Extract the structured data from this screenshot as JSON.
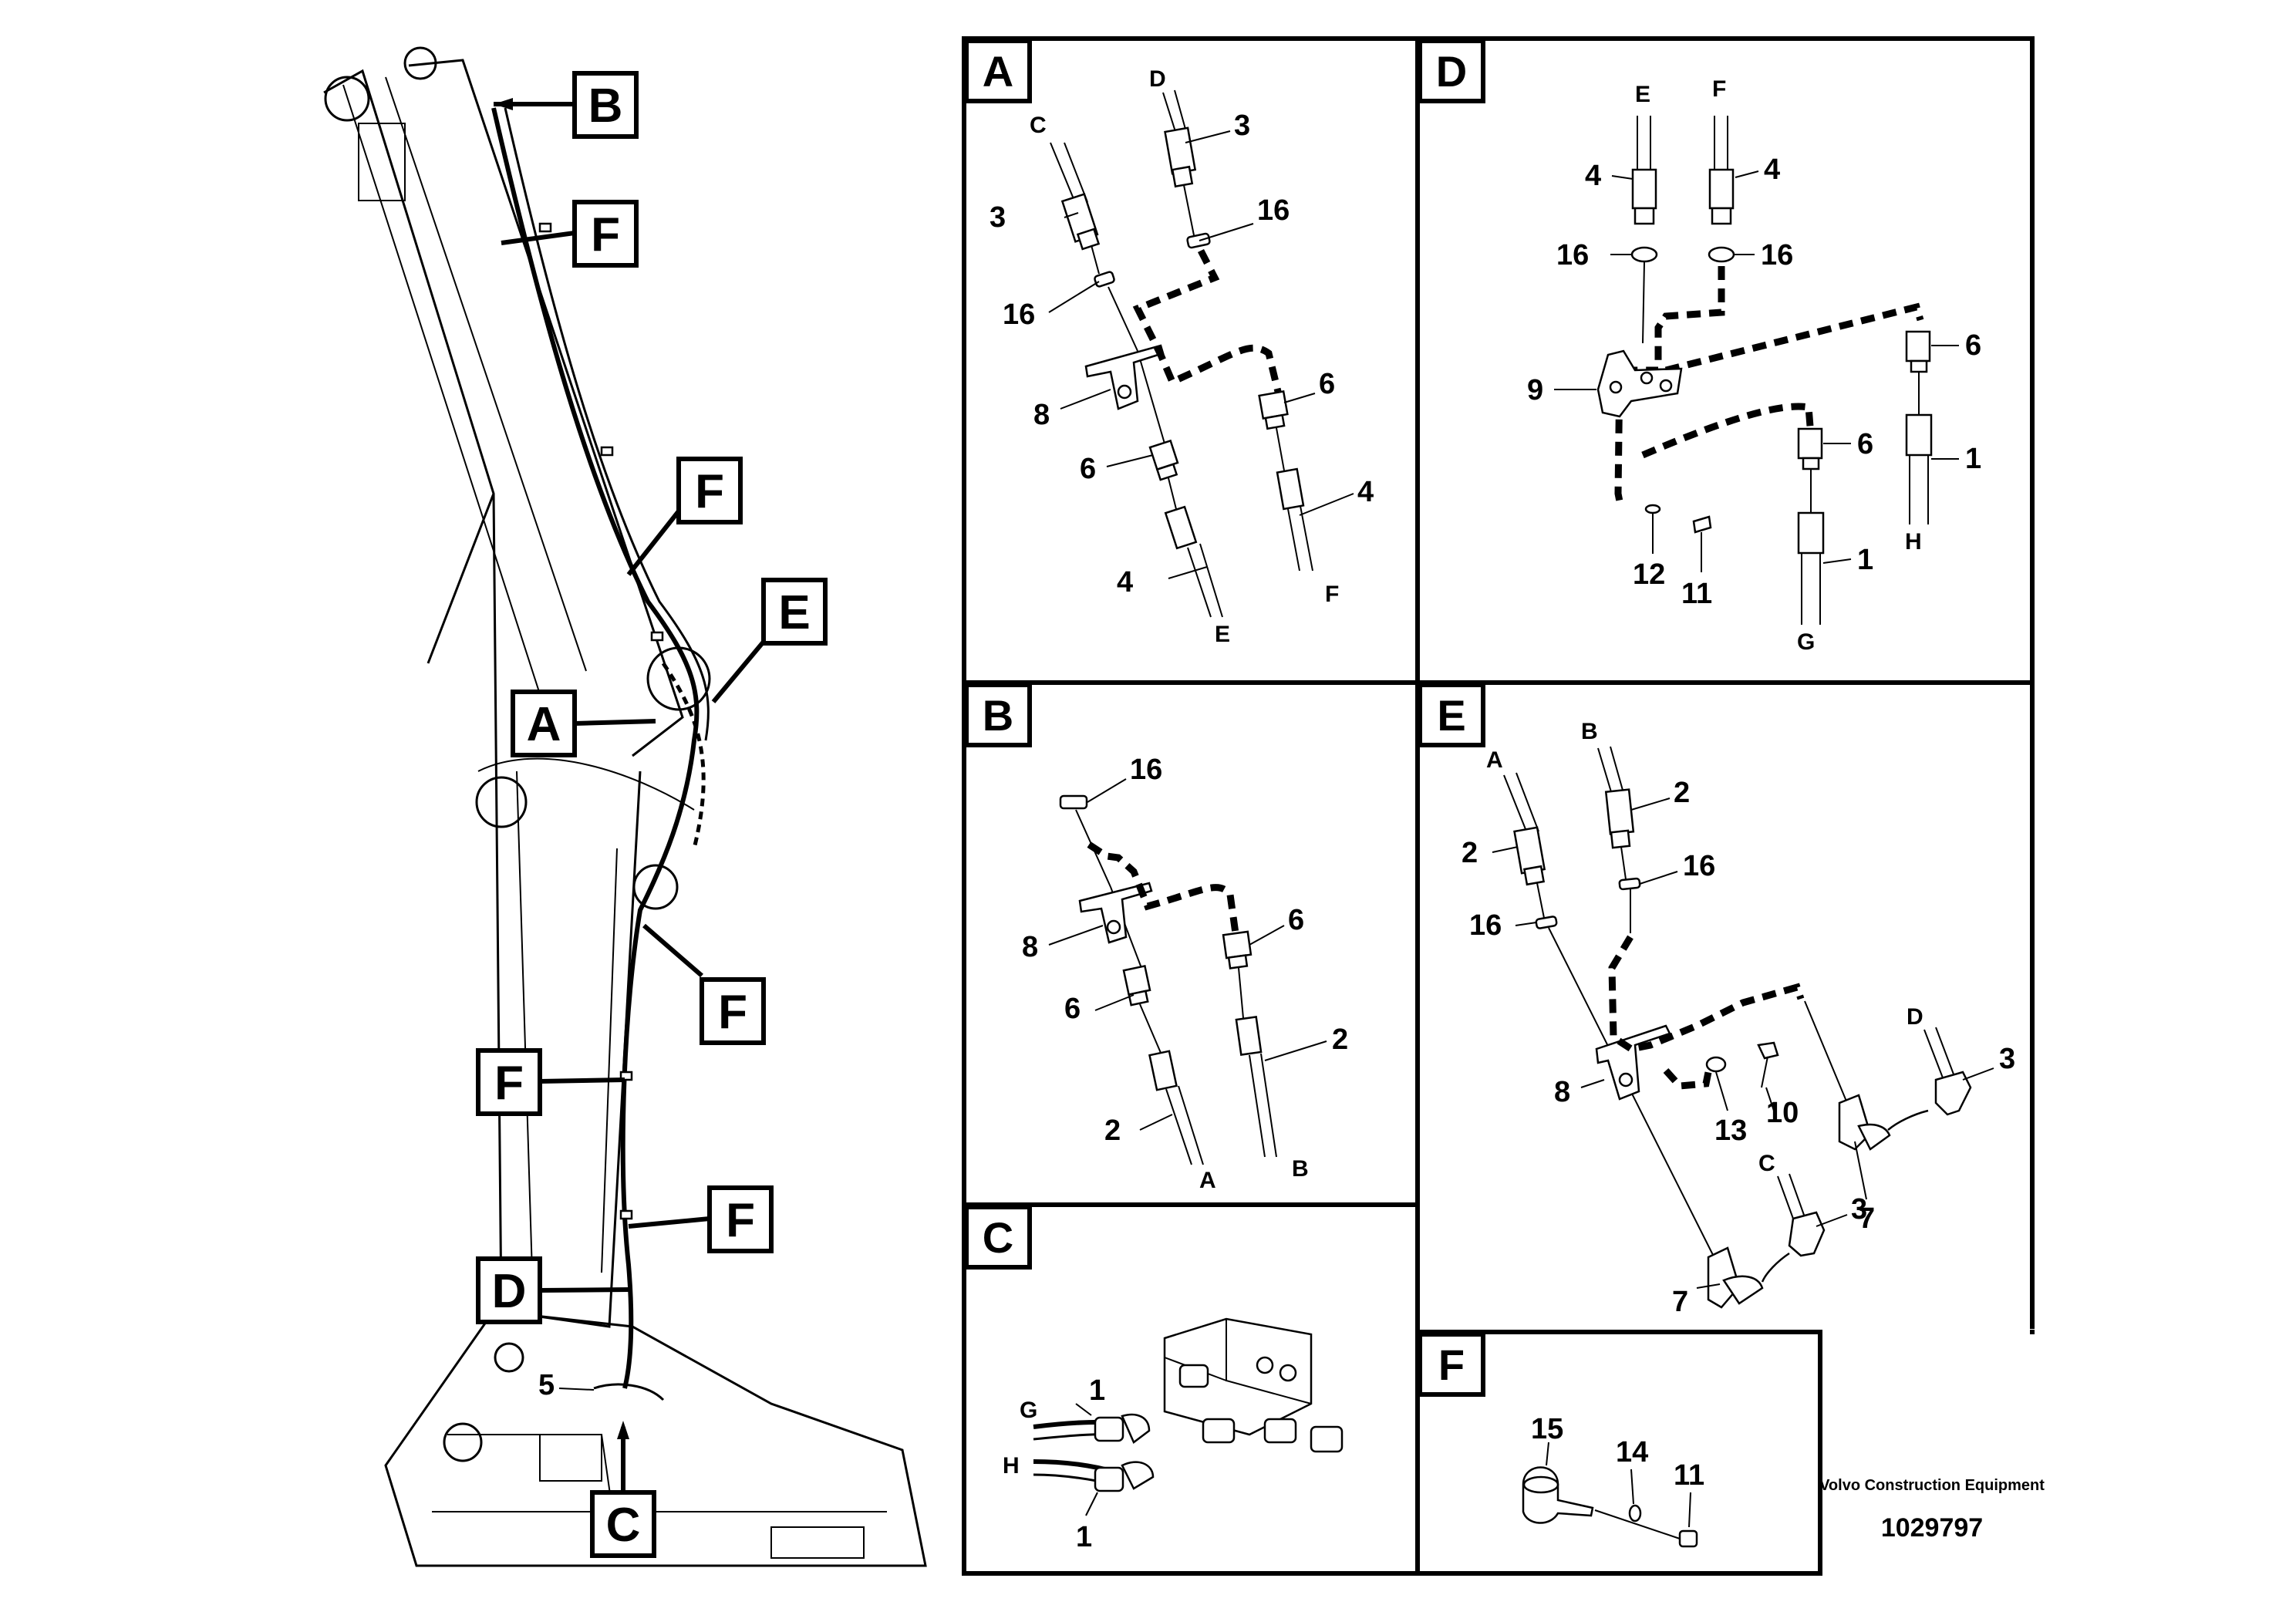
{
  "overview": {
    "callouts": [
      "B",
      "F",
      "F",
      "E",
      "A",
      "F",
      "F",
      "F",
      "D",
      "C"
    ],
    "item_label": "5"
  },
  "panels": {
    "A": {
      "badge": "A",
      "numbers": [
        "3",
        "3",
        "16",
        "16",
        "8",
        "6",
        "6",
        "4",
        "4"
      ],
      "letters": [
        "C",
        "D",
        "E",
        "F"
      ]
    },
    "B": {
      "badge": "B",
      "numbers": [
        "16",
        "8",
        "6",
        "6",
        "2",
        "2"
      ],
      "letters": [
        "A",
        "B"
      ]
    },
    "C": {
      "badge": "C",
      "numbers": [
        "1",
        "1"
      ],
      "letters": [
        "G",
        "H"
      ]
    },
    "D": {
      "badge": "D",
      "numbers": [
        "4",
        "4",
        "16",
        "16",
        "9",
        "6",
        "6",
        "1",
        "1",
        "12",
        "11"
      ],
      "letters": [
        "E",
        "F",
        "H",
        "G"
      ]
    },
    "E": {
      "badge": "E",
      "numbers": [
        "2",
        "2",
        "16",
        "16",
        "8",
        "13",
        "10",
        "3",
        "3",
        "7",
        "7"
      ],
      "letters": [
        "A",
        "B",
        "D",
        "C"
      ]
    },
    "F": {
      "badge": "F",
      "numbers": [
        "15",
        "14",
        "11"
      ]
    }
  },
  "footer": {
    "brand": "Volvo Construction Equipment",
    "part_number": "1029797"
  }
}
